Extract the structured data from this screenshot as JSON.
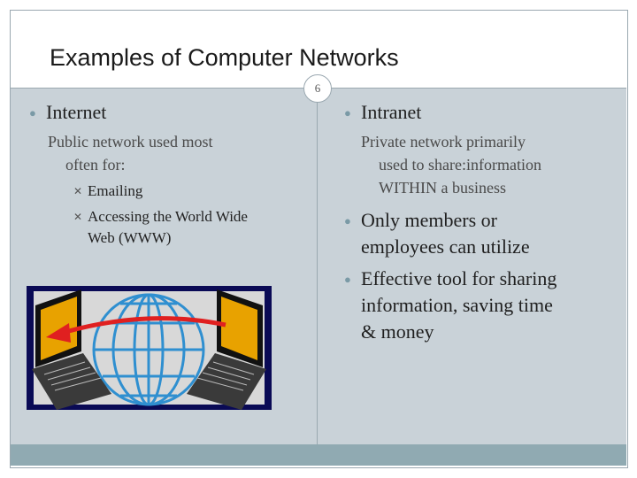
{
  "slide": {
    "title": "Examples of Computer Networks",
    "number": "6"
  },
  "left": {
    "heading": "Internet",
    "description_line1": "Public network used most",
    "description_line2": "often for:",
    "items": [
      {
        "line1": "Emailing",
        "line2": ""
      },
      {
        "line1": "Accessing the World Wide",
        "line2": "Web (WWW)"
      }
    ]
  },
  "right": {
    "heading": "Intranet",
    "description_line1": "Private network primarily",
    "description_line2": "used to share:information",
    "description_line3": "WITHIN a business",
    "points": [
      {
        "line1": "Only members or",
        "line2": "employees can utilize",
        "line3": ""
      },
      {
        "line1": "Effective tool for sharing",
        "line2": "information, saving time",
        "line3": "& money"
      }
    ]
  },
  "colors": {
    "content_background": "#c9d2d8",
    "footer_bar": "#90aab2",
    "clipart_frame": "#0a0a55",
    "globe": "#2f8fd0",
    "arrow": "#e02020",
    "screen": "#e8a200"
  },
  "icons": {
    "bullet": "round-bullet-icon",
    "sub_bullet": "x-bullet-icon",
    "clipart": "internet-laptops-globe-clipart"
  }
}
